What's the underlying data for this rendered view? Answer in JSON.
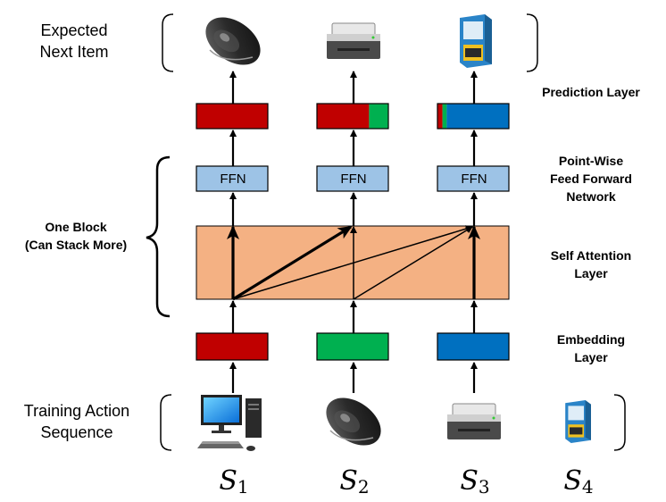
{
  "labels": {
    "expected_next_item": "Expected\nNext Item",
    "prediction_layer": "Prediction Layer",
    "point_wise_ffn": "Point-Wise\nFeed Forward\nNetwork",
    "one_block": "One Block\n(Can Stack More)",
    "self_attention_layer": "Self Attention\nLayer",
    "embedding_layer": "Embedding\nLayer",
    "training_action_sequence": "Training Action\nSequence",
    "ffn": "FFN"
  },
  "sequence": [
    {
      "symbol": "S",
      "sub": "1",
      "item": "desktop-computer"
    },
    {
      "symbol": "S",
      "sub": "2",
      "item": "computer-mouse"
    },
    {
      "symbol": "S",
      "sub": "3",
      "item": "laser-printer"
    },
    {
      "symbol": "S",
      "sub": "4",
      "item": "ink-cartridge-box"
    }
  ],
  "expected_items": [
    "computer-mouse",
    "laser-printer",
    "ink-cartridge-box"
  ],
  "prediction_fill": [
    [
      {
        "color": "#c00000",
        "frac": 1.0
      }
    ],
    [
      {
        "color": "#c00000",
        "frac": 0.73
      },
      {
        "color": "#00b050",
        "frac": 0.27
      }
    ],
    [
      {
        "color": "#c00000",
        "frac": 0.07
      },
      {
        "color": "#00b050",
        "frac": 0.06
      },
      {
        "color": "#0070c0",
        "frac": 0.87
      }
    ]
  ],
  "colors": {
    "embedding": [
      "#c00000",
      "#00b050",
      "#0070c0"
    ],
    "attention_bg": "#f4b183",
    "ffn_bg": "#9dc3e6"
  }
}
